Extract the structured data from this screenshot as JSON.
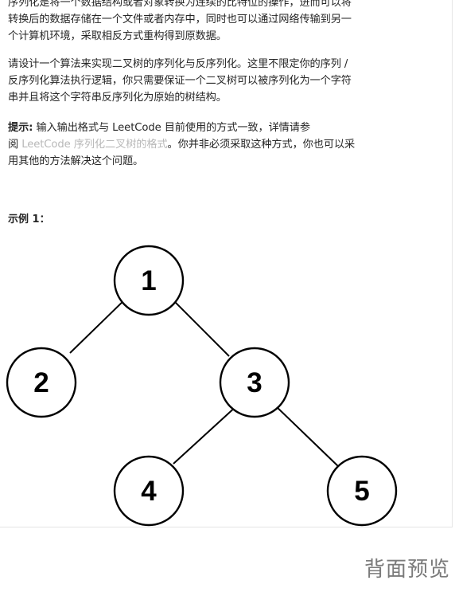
{
  "description": {
    "lines_p1": [
      "序列化是将一个数据结构或者对象转换为连续的比特位的操作，进而可以将",
      "转换后的数据存储在一个文件或者内存中，同时也可以通过网络传输到另一",
      "个计算机环境，采取相反方式重构得到原数据。"
    ],
    "lines_p2": [
      "请设计一个算法来实现二叉树的序列化与反序列化。这里不限定你的序列 /",
      "反序列化算法执行逻辑，你只需要保证一个二叉树可以被序列化为一个字符",
      "串并且将这个字符串反序列化为原始的树结构。"
    ],
    "hint": {
      "label": "提示:",
      "line1": " 输入输出格式与 LeetCode 目前使用的方式一致，详情请参",
      "line2_prefix": "阅 ",
      "link_text": "LeetCode 序列化二叉树的格式",
      "line2_suffix": "。你并非必须采取这种方式，你也可以采",
      "line3": "用其他的方法解决这个问题。"
    }
  },
  "example": {
    "title": "示例 1："
  },
  "tree": {
    "nodes": [
      {
        "label": "1"
      },
      {
        "label": "2"
      },
      {
        "label": "3"
      },
      {
        "label": "4"
      },
      {
        "label": "5"
      }
    ]
  },
  "footer": {
    "preview_label": "背面预览"
  }
}
